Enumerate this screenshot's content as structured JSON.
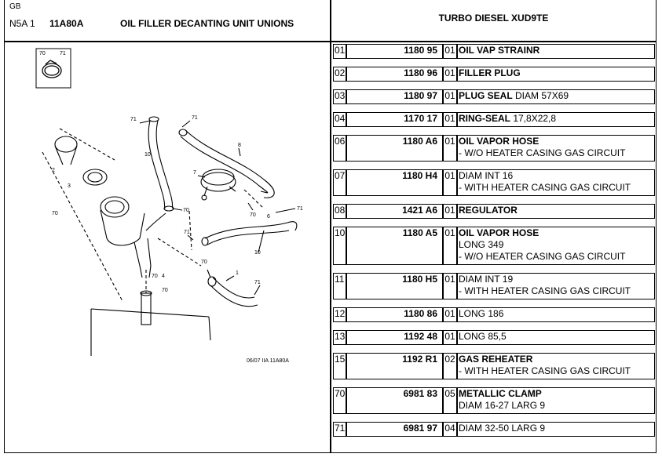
{
  "header": {
    "lang": "GB",
    "section": "N5A 1",
    "code": "11A80A",
    "title": "OIL FILLER DECANTING UNIT UNIONS",
    "engine": "TURBO DIESEL XUD9TE"
  },
  "diagram": {
    "inset_labels": [
      "70",
      "71"
    ],
    "callouts": [
      "71",
      "71",
      "8",
      "7",
      "70",
      "70",
      "6",
      "4",
      "2",
      "3",
      "1",
      "71",
      "10",
      "70",
      "71",
      "70",
      "70",
      "10",
      "70",
      "71"
    ],
    "caption": "06/07 IIA 11A80A"
  },
  "parts": [
    {
      "num": "01",
      "ref": "1180 95",
      "qty": "01",
      "lines": [
        {
          "bold": "OIL VAP STRAINR",
          "text": ""
        }
      ]
    },
    {
      "num": "02",
      "ref": "1180 96",
      "qty": "01",
      "lines": [
        {
          "bold": "FILLER PLUG",
          "text": ""
        }
      ]
    },
    {
      "num": "03",
      "ref": "1180 97",
      "qty": "01",
      "lines": [
        {
          "bold": "PLUG SEAL",
          "text": " DIAM 57X69"
        }
      ]
    },
    {
      "num": "04",
      "ref": "1170 17",
      "qty": "01",
      "lines": [
        {
          "bold": "RING-SEAL",
          "text": " 17,8X22,8"
        }
      ]
    },
    {
      "num": "06",
      "ref": "1180 A6",
      "qty": "01",
      "lines": [
        {
          "bold": "OIL VAPOR HOSE",
          "text": ""
        },
        {
          "bold": "",
          "text": "- W/O HEATER CASING GAS CIRCUIT"
        }
      ]
    },
    {
      "num": "07",
      "ref": "1180 H4",
      "qty": "01",
      "lines": [
        {
          "bold": "",
          "text": "DIAM INT 16"
        },
        {
          "bold": "",
          "text": "- WITH HEATER CASING GAS CIRCUIT"
        }
      ]
    },
    {
      "num": "08",
      "ref": "1421 A6",
      "qty": "01",
      "lines": [
        {
          "bold": "REGULATOR",
          "text": ""
        }
      ]
    },
    {
      "num": "10",
      "ref": "1180 A5",
      "qty": "01",
      "lines": [
        {
          "bold": "OIL VAPOR HOSE",
          "text": ""
        },
        {
          "bold": "",
          "text": "LONG 349"
        },
        {
          "bold": "",
          "text": "- W/O HEATER CASING GAS CIRCUIT"
        }
      ]
    },
    {
      "num": "11",
      "ref": "1180 H5",
      "qty": "01",
      "lines": [
        {
          "bold": "",
          "text": "DIAM INT 19"
        },
        {
          "bold": "",
          "text": "- WITH HEATER CASING GAS CIRCUIT"
        }
      ]
    },
    {
      "num": "12",
      "ref": "1180 86",
      "qty": "01",
      "lines": [
        {
          "bold": "",
          "text": "LONG 186"
        }
      ]
    },
    {
      "num": "13",
      "ref": "1192 48",
      "qty": "01",
      "lines": [
        {
          "bold": "",
          "text": "LONG 85,5"
        }
      ]
    },
    {
      "num": "15",
      "ref": "1192 R1",
      "qty": "02",
      "lines": [
        {
          "bold": "GAS REHEATER",
          "text": ""
        },
        {
          "bold": "",
          "text": "- WITH HEATER CASING GAS CIRCUIT"
        }
      ]
    },
    {
      "num": "70",
      "ref": "6981 83",
      "qty": "05",
      "lines": [
        {
          "bold": "METALLIC CLAMP",
          "text": ""
        },
        {
          "bold": "",
          "text": "DIAM 16-27 LARG 9"
        }
      ]
    },
    {
      "num": "71",
      "ref": "6981 97",
      "qty": "04",
      "lines": [
        {
          "bold": "",
          "text": "DIAM 32-50 LARG 9"
        }
      ]
    }
  ]
}
